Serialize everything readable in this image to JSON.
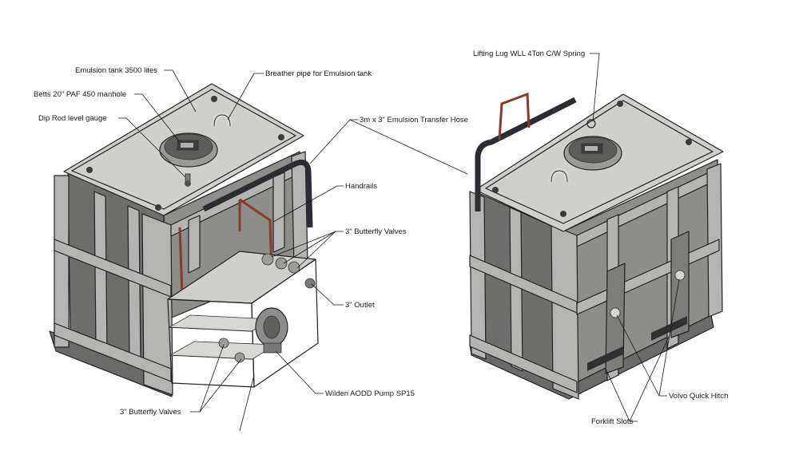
{
  "colors": {
    "tank_top": "#cfd0cc",
    "tank_side": "#8d8d8a",
    "tank_side_dark": "#6e6f6c",
    "frame": "#b4b5b2",
    "frame_dark": "#7d7e7b",
    "handrail": "#8a3a2e",
    "hose": "#2b2d33",
    "valve": "#9b9c98"
  },
  "labels": {
    "emulsion_tank": "Emulsion tank 3500 lites",
    "breather_pipe": "Breather pipe for Emulsion tank",
    "manhole": "Betts 20\" PAF 450 manhole",
    "dip_rod": "Dip Rod level gauge",
    "transfer_hose": "3m x 3\" Emulsion Transfer Hose",
    "handrails": "Handrails",
    "butterfly_valves_upper": "3\" Butterfly Valves",
    "outlet": "3\" Outlet",
    "pump": "Wilden AODD Pump SP15",
    "butterfly_valves_lower": "3\" Butterfly Valves",
    "lifting_lug": "Lifting Lug WLL 4Ton C/W Spring",
    "volvo_hitch": "Volvo Quick Hitch",
    "forklift_slots": "Forklift Slots"
  }
}
